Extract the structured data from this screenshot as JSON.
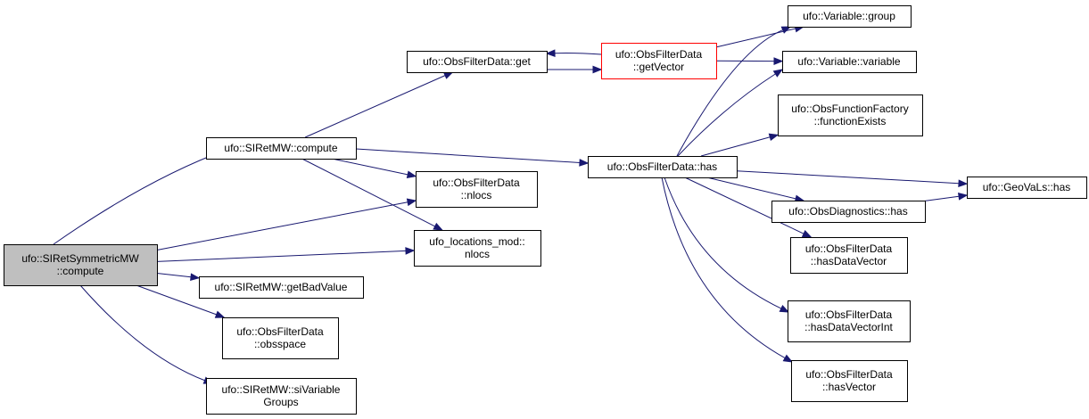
{
  "colors": {
    "edge": "#191970",
    "root_fill": "#bfbfbf",
    "highlight_border": "#ff0000",
    "node_border": "#000000",
    "node_fill": "#ffffff"
  },
  "nodes": {
    "siret_symmetric_compute": [
      "ufo::SIRetSymmetricMW",
      "::compute"
    ],
    "siret_compute": [
      "ufo::SIRetMW::compute"
    ],
    "get_bad_value": [
      "ufo::SIRetMW::getBadValue"
    ],
    "obsspace": [
      "ufo::ObsFilterData",
      "::obsspace"
    ],
    "si_variable_groups": [
      "ufo::SIRetMW::siVariable",
      "Groups"
    ],
    "obsfilter_get": [
      "ufo::ObsFilterData::get"
    ],
    "obsfilter_nlocs": [
      "ufo::ObsFilterData",
      "::nlocs"
    ],
    "locations_nlocs": [
      "ufo_locations_mod::",
      "nlocs"
    ],
    "obsfilter_has": [
      "ufo::ObsFilterData::has"
    ],
    "get_vector": [
      "ufo::ObsFilterData",
      "::getVector"
    ],
    "variable_group": [
      "ufo::Variable::group"
    ],
    "variable_variable": [
      "ufo::Variable::variable"
    ],
    "function_exists": [
      "ufo::ObsFunctionFactory",
      "::functionExists"
    ],
    "geovals_has": [
      "ufo::GeoVaLs::has"
    ],
    "diagnostics_has": [
      "ufo::ObsDiagnostics::has"
    ],
    "has_data_vector": [
      "ufo::ObsFilterData",
      "::hasDataVector"
    ],
    "has_data_vector_int": [
      "ufo::ObsFilterData",
      "::hasDataVectorInt"
    ],
    "has_vector": [
      "ufo::ObsFilterData",
      "::hasVector"
    ]
  },
  "edges": [
    [
      "siret_symmetric_compute",
      "siret_compute"
    ],
    [
      "siret_symmetric_compute",
      "obsfilter_nlocs"
    ],
    [
      "siret_symmetric_compute",
      "locations_nlocs"
    ],
    [
      "siret_symmetric_compute",
      "get_bad_value"
    ],
    [
      "siret_symmetric_compute",
      "obsspace"
    ],
    [
      "siret_symmetric_compute",
      "si_variable_groups"
    ],
    [
      "siret_compute",
      "obsfilter_get"
    ],
    [
      "siret_compute",
      "obsfilter_has"
    ],
    [
      "siret_compute",
      "obsfilter_nlocs"
    ],
    [
      "siret_compute",
      "locations_nlocs"
    ],
    [
      "obsfilter_get",
      "get_vector"
    ],
    [
      "get_vector",
      "obsfilter_get"
    ],
    [
      "get_vector",
      "variable_group"
    ],
    [
      "get_vector",
      "variable_variable"
    ],
    [
      "obsfilter_has",
      "variable_group"
    ],
    [
      "obsfilter_has",
      "variable_variable"
    ],
    [
      "obsfilter_has",
      "function_exists"
    ],
    [
      "obsfilter_has",
      "geovals_has"
    ],
    [
      "obsfilter_has",
      "diagnostics_has"
    ],
    [
      "obsfilter_has",
      "has_data_vector"
    ],
    [
      "obsfilter_has",
      "has_data_vector_int"
    ],
    [
      "obsfilter_has",
      "has_vector"
    ],
    [
      "diagnostics_has",
      "geovals_has"
    ]
  ]
}
